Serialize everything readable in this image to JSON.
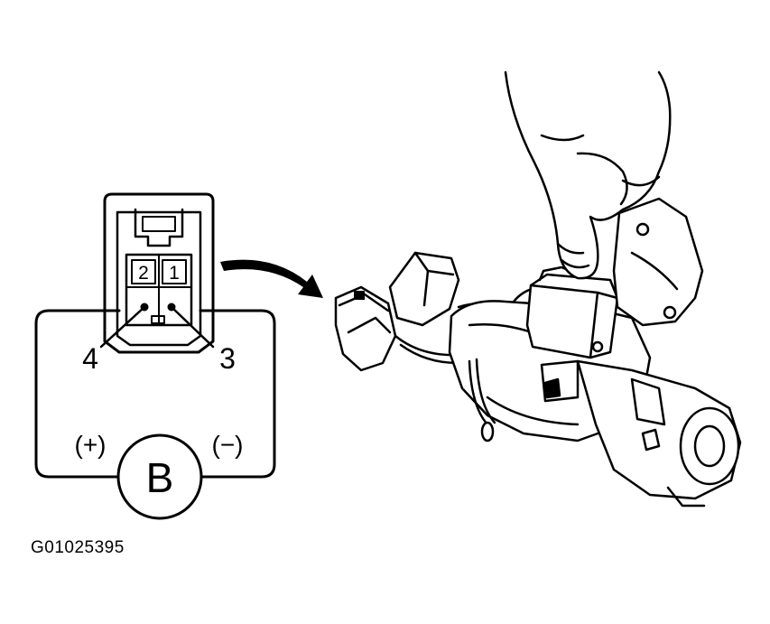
{
  "connector": {
    "pin_labels": [
      "2",
      "1"
    ],
    "terminal_left": "4",
    "terminal_right": "3"
  },
  "battery": {
    "label": "B",
    "positive": "(+)",
    "negative": "(−)"
  },
  "figure_id": "G01025395"
}
